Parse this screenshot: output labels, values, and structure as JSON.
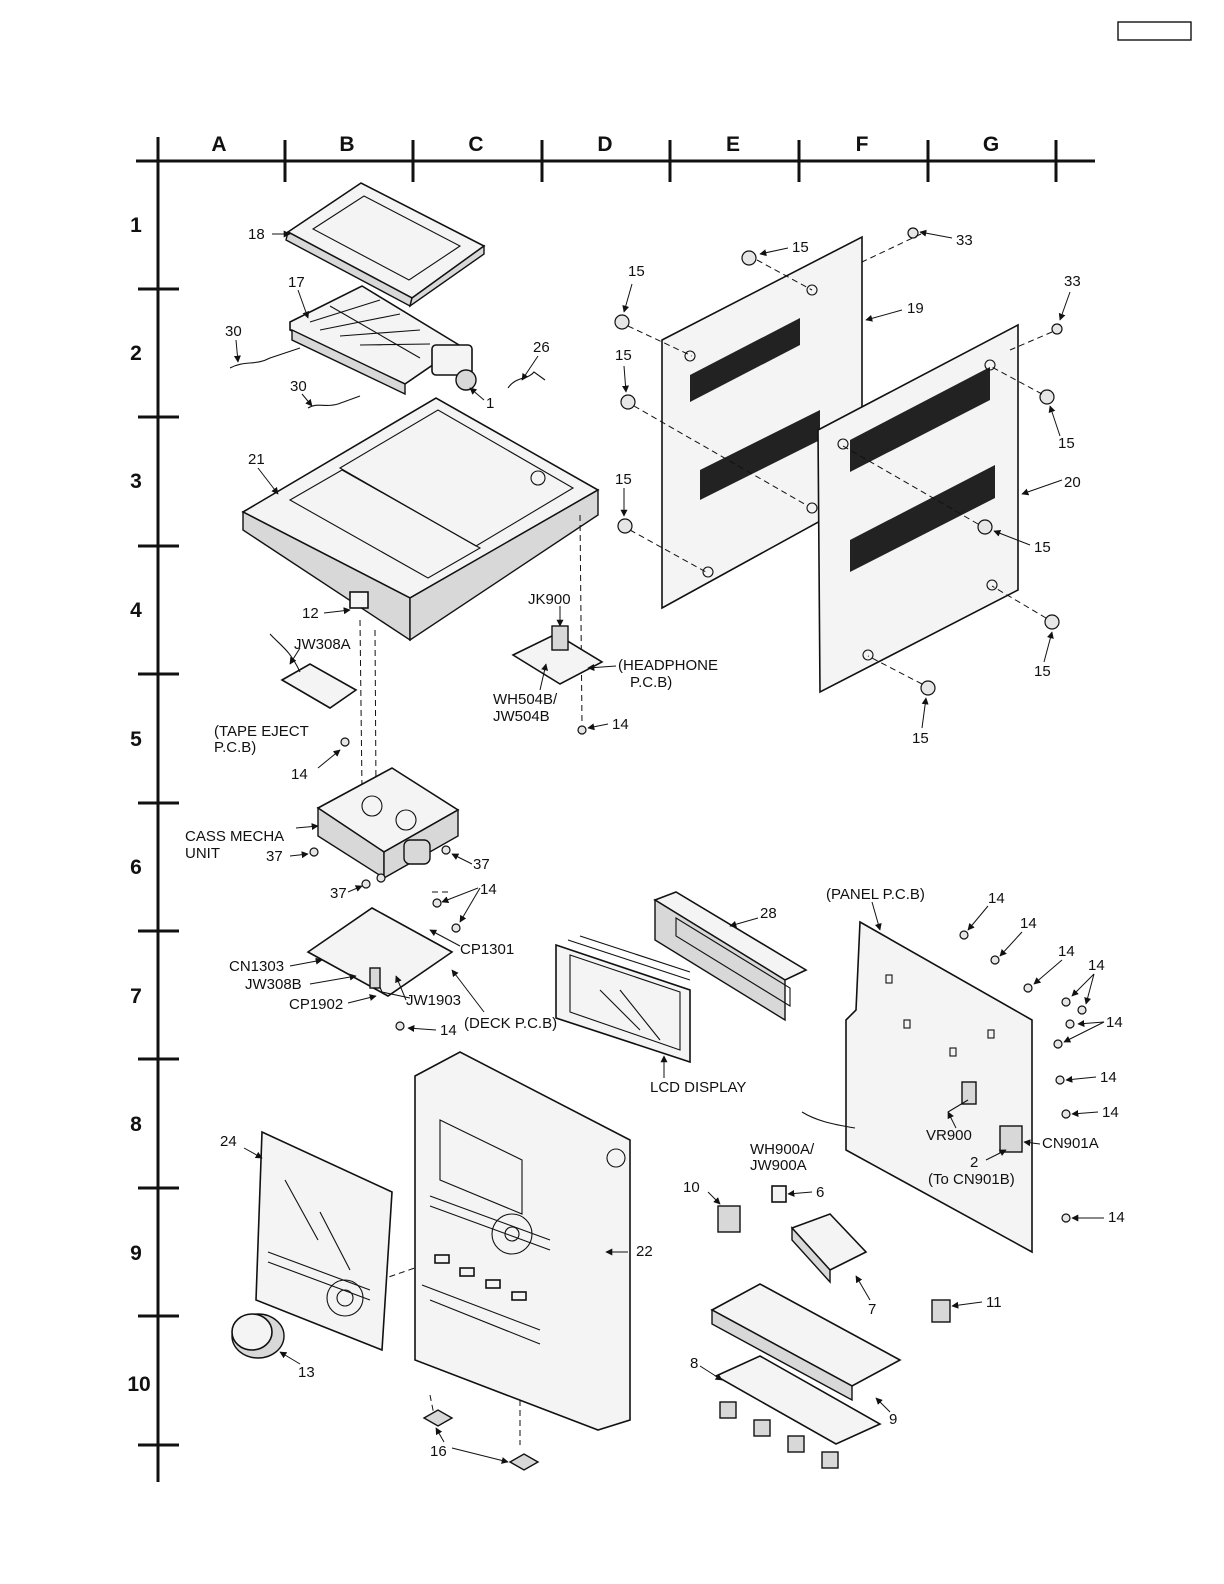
{
  "grid": {
    "columns": [
      "A",
      "B",
      "C",
      "D",
      "E",
      "F",
      "G"
    ],
    "rows": [
      "1",
      "2",
      "3",
      "4",
      "5",
      "6",
      "7",
      "8",
      "9",
      "10"
    ]
  },
  "callouts": [
    {
      "id": "c18",
      "text": "18"
    },
    {
      "id": "c17",
      "text": "17"
    },
    {
      "id": "c30a",
      "text": "30"
    },
    {
      "id": "c30b",
      "text": "30"
    },
    {
      "id": "c26",
      "text": "26"
    },
    {
      "id": "c1",
      "text": "1"
    },
    {
      "id": "c21",
      "text": "21"
    },
    {
      "id": "c15a",
      "text": "15"
    },
    {
      "id": "c15b",
      "text": "15"
    },
    {
      "id": "c15c",
      "text": "15"
    },
    {
      "id": "c15d",
      "text": "15"
    },
    {
      "id": "c15e",
      "text": "15"
    },
    {
      "id": "c15f",
      "text": "15"
    },
    {
      "id": "c15g",
      "text": "15"
    },
    {
      "id": "c15h",
      "text": "15"
    },
    {
      "id": "c15i",
      "text": "15"
    },
    {
      "id": "c33a",
      "text": "33"
    },
    {
      "id": "c33b",
      "text": "33"
    },
    {
      "id": "c19",
      "text": "19"
    },
    {
      "id": "c20",
      "text": "20"
    },
    {
      "id": "c12",
      "text": "12"
    },
    {
      "id": "cJW308A",
      "text": "JW308A"
    },
    {
      "id": "cJK900",
      "text": "JK900"
    },
    {
      "id": "cHP1",
      "text": "(HEADPHONE"
    },
    {
      "id": "cHP2",
      "text": "P.C.B)"
    },
    {
      "id": "cWH504B",
      "text": "WH504B/"
    },
    {
      "id": "cJW504B",
      "text": "JW504B"
    },
    {
      "id": "c14a",
      "text": "14"
    },
    {
      "id": "cTE1",
      "text": "(TAPE EJECT"
    },
    {
      "id": "cTE2",
      "text": "P.C.B)"
    },
    {
      "id": "c14b",
      "text": "14"
    },
    {
      "id": "cCM1",
      "text": "CASS MECHA"
    },
    {
      "id": "cCM2",
      "text": "UNIT"
    },
    {
      "id": "c37a",
      "text": "37"
    },
    {
      "id": "c37b",
      "text": "37"
    },
    {
      "id": "c37c",
      "text": "37"
    },
    {
      "id": "c14c",
      "text": "14"
    },
    {
      "id": "cCP1301",
      "text": "CP1301"
    },
    {
      "id": "cCN1303",
      "text": "CN1303"
    },
    {
      "id": "cJW308B",
      "text": "JW308B"
    },
    {
      "id": "cCP1902",
      "text": "CP1902"
    },
    {
      "id": "cJW1903",
      "text": "JW1903"
    },
    {
      "id": "cDECK",
      "text": "(DECK P.C.B)"
    },
    {
      "id": "c14d",
      "text": "14"
    },
    {
      "id": "c28",
      "text": "28"
    },
    {
      "id": "cLCD",
      "text": "LCD DISPLAY"
    },
    {
      "id": "cPANEL",
      "text": "(PANEL P.C.B)"
    },
    {
      "id": "c14e",
      "text": "14"
    },
    {
      "id": "c14f",
      "text": "14"
    },
    {
      "id": "c14g",
      "text": "14"
    },
    {
      "id": "c14h",
      "text": "14"
    },
    {
      "id": "c14i",
      "text": "14"
    },
    {
      "id": "c14j",
      "text": "14"
    },
    {
      "id": "c14k",
      "text": "14"
    },
    {
      "id": "c14l",
      "text": "14"
    },
    {
      "id": "cVR900",
      "text": "VR900"
    },
    {
      "id": "cCN901A",
      "text": "CN901A"
    },
    {
      "id": "cWH900A",
      "text": "WH900A/"
    },
    {
      "id": "cJW900A",
      "text": "JW900A"
    },
    {
      "id": "c2",
      "text": "2"
    },
    {
      "id": "cToCN",
      "text": "(To CN901B)"
    },
    {
      "id": "c24",
      "text": "24"
    },
    {
      "id": "c22",
      "text": "22"
    },
    {
      "id": "c10",
      "text": "10"
    },
    {
      "id": "c6",
      "text": "6"
    },
    {
      "id": "c7",
      "text": "7"
    },
    {
      "id": "c11",
      "text": "11"
    },
    {
      "id": "c13",
      "text": "13"
    },
    {
      "id": "c8",
      "text": "8"
    },
    {
      "id": "c9",
      "text": "9"
    },
    {
      "id": "c16",
      "text": "16"
    }
  ]
}
